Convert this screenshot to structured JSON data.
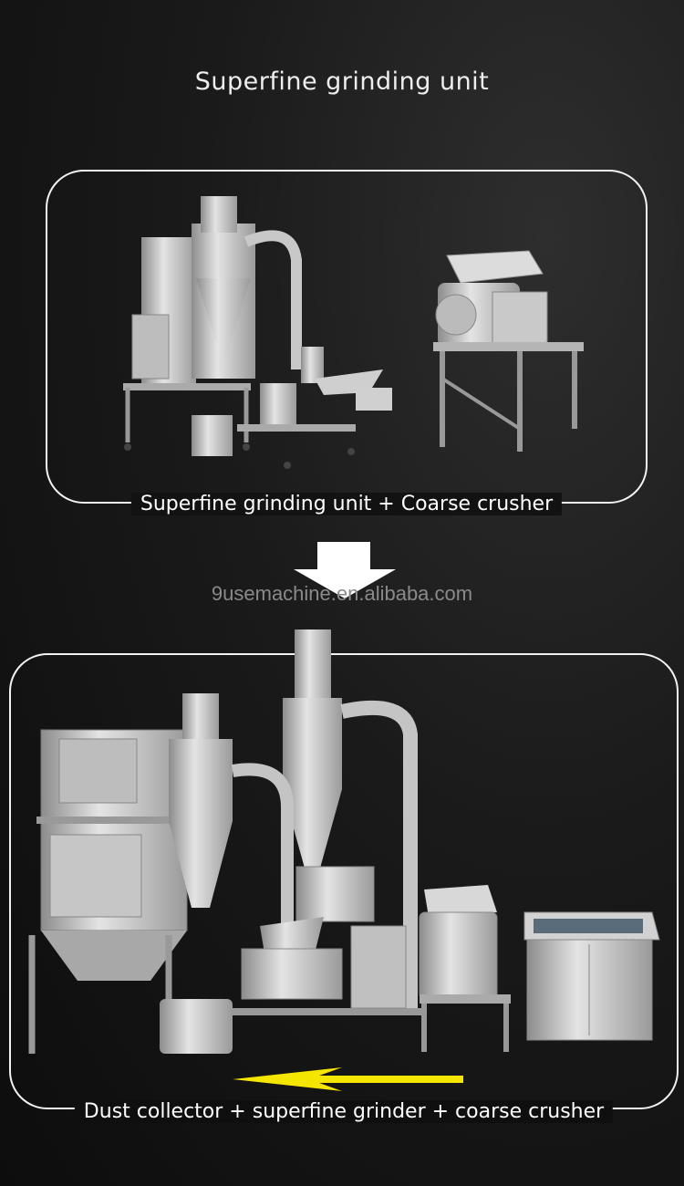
{
  "title": "Superfine grinding unit",
  "top_panel": {
    "caption": "Superfine grinding unit + Coarse crusher"
  },
  "watermark": "9usemachine.en.alibaba.com",
  "bottom_panel": {
    "caption": "Dust collector + superfine grinder  +  coarse crusher"
  },
  "colors": {
    "background": "#111111",
    "frame": "#f2f2f2",
    "flow_arrow": "#f5e600",
    "down_arrow": "#ffffff"
  }
}
